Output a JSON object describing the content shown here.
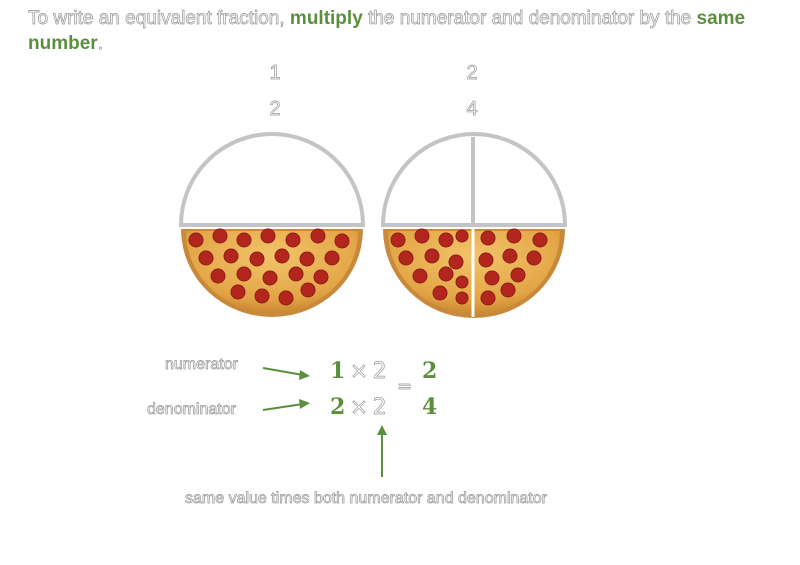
{
  "heading": {
    "part1": " To write an equivalent fraction, ",
    "highlight1": "multiply",
    "part2": " the numerator and denominator by the ",
    "highlight2": "same number",
    "part3": "."
  },
  "fraction_left": {
    "numerator": "1",
    "denominator": "2"
  },
  "fraction_right": {
    "numerator": "2",
    "denominator": "4"
  },
  "equation": {
    "num_left": "1",
    "num_op": "×",
    "num_factor": "2",
    "num_result": "2",
    "den_left": "2",
    "den_op": "×",
    "den_factor": "2",
    "den_result": "4",
    "equals": "="
  },
  "labels": {
    "numerator": "numerator",
    "denominator": "denominator",
    "bottom_note": "same value times both numerator and denominator"
  },
  "colors": {
    "accent_green": "#5b8f3d",
    "outline_gray": "#c4c4c4",
    "pizza_crust": "#c8893a",
    "pizza_cheese": "#e9b24f",
    "pepperoni": "#b3261e"
  }
}
